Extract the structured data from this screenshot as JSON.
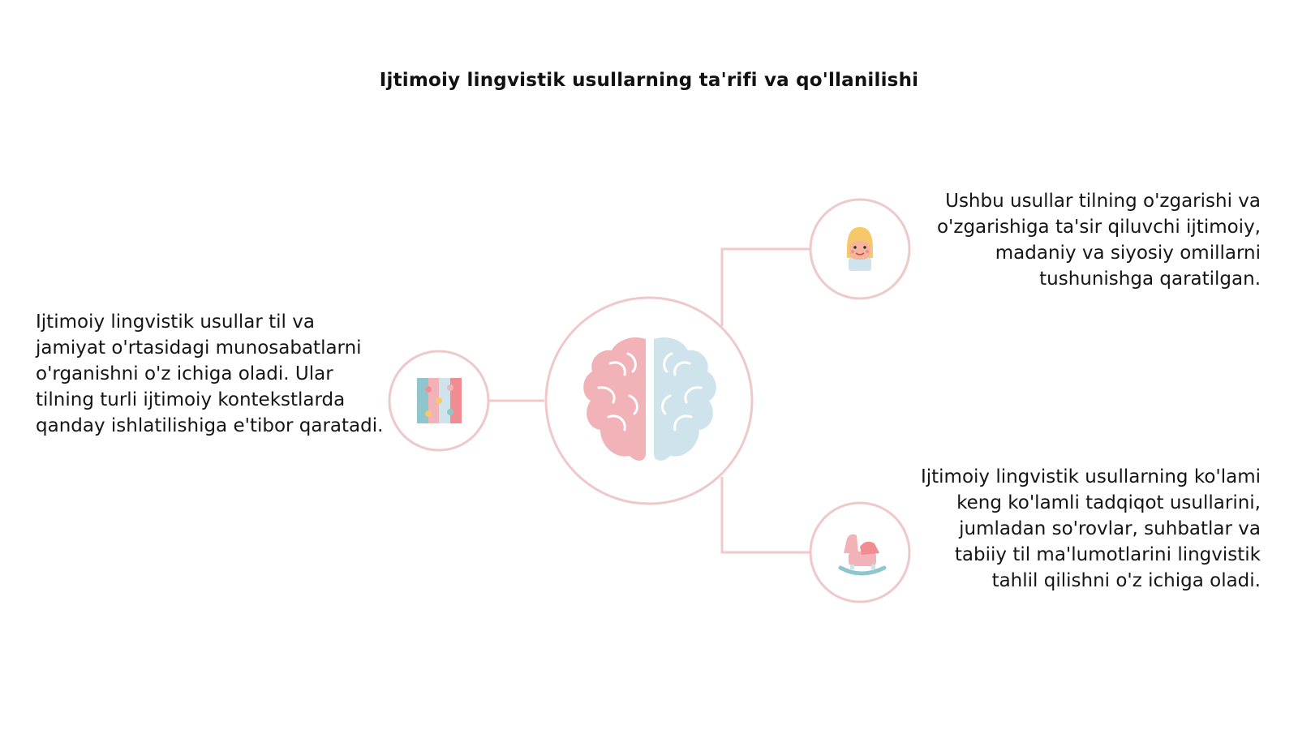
{
  "title": "Ijtimoiy lingvistik usullarning ta'rifi va qo'llanilishi",
  "center": {
    "icon": "brain-icon"
  },
  "nodes": [
    {
      "id": "left",
      "icon": "puzzle-icon",
      "text": "Ijtimoiy lingvistik usullar til va jamiyat o'rtasidagi munosabatlarni o'rganishni o'z ichiga oladi. Ular tilning turli ijtimoiy kontekstlarda qanday ishlatilishiga e'tibor qaratadi."
    },
    {
      "id": "top-right",
      "icon": "child-face-icon",
      "text": "Ushbu usullar tilning o'zgarishi va o'zgarishiga ta'sir qiluvchi ijtimoiy, madaniy va siyosiy omillarni tushunishga qaratilgan."
    },
    {
      "id": "bottom-right",
      "icon": "rocking-horse-icon",
      "text": "Ijtimoiy lingvistik usullarning ko'lami keng ko'lamli tadqiqot usullarini, jumladan so'rovlar, suhbatlar va tabiiy til ma'lumotlarini lingvistik tahlil qilishni o'z ichiga oladi."
    }
  ],
  "colors": {
    "connector": "#f0c9cb",
    "circle_border": "#efc8ca",
    "brain_left": "#f2b3b8",
    "brain_right": "#cfe3ec",
    "accent_teal": "#8fc6cc",
    "accent_pink": "#f28c93",
    "accent_yellow": "#f7c86a"
  }
}
